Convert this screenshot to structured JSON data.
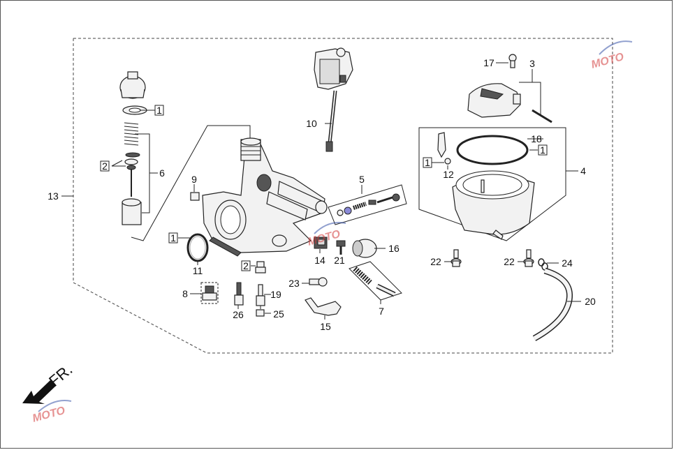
{
  "labels": {
    "p1": "1",
    "p2": "2",
    "p3": "3",
    "p4": "4",
    "p5": "5",
    "p6": "6",
    "p7": "7",
    "p8": "8",
    "p9": "9",
    "p10": "10",
    "p11": "11",
    "p12": "12",
    "p13": "13",
    "p14": "14",
    "p15": "15",
    "p16": "16",
    "p17": "17",
    "p18": "18",
    "p19": "19",
    "p20": "20",
    "p21": "21",
    "p22": "22",
    "p23": "23",
    "p24": "24",
    "p25": "25",
    "p26": "26"
  },
  "direction": {
    "text": "FR."
  },
  "watermark": {
    "logo": "MOTO"
  },
  "colors": {
    "border": "#555555",
    "line": "#222222",
    "watermark_red": "#d23c3c",
    "watermark_blue": "#3a55a8"
  }
}
